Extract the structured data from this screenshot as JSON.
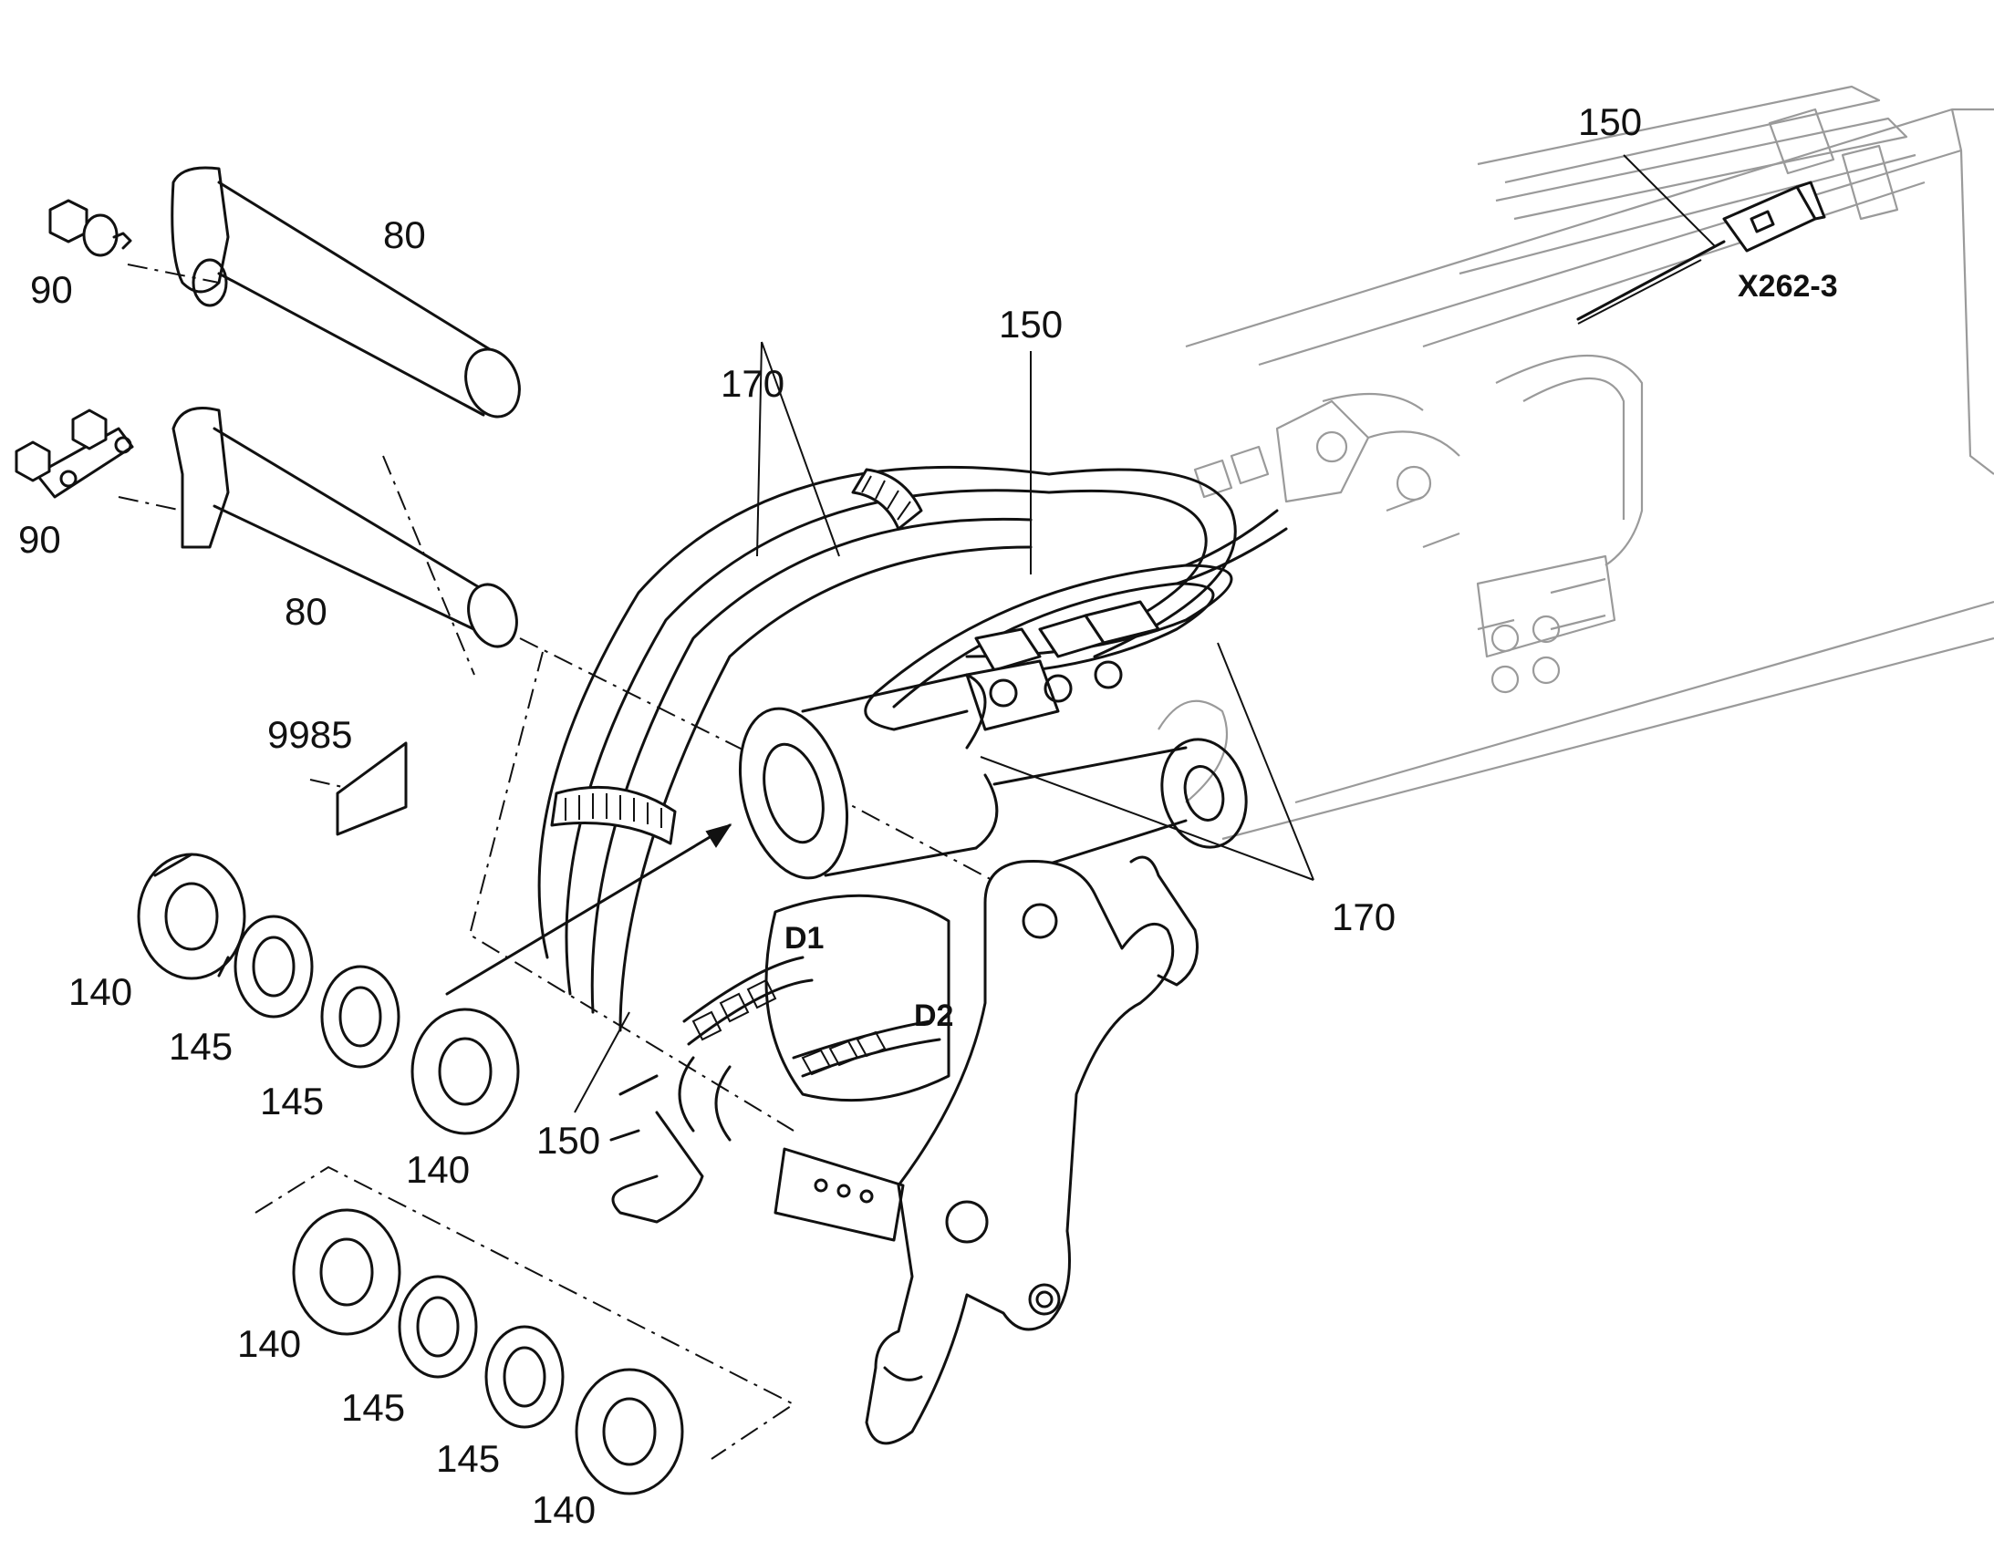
{
  "diagram": {
    "callouts": [
      {
        "id": "c80a",
        "text": "80"
      },
      {
        "id": "c80b",
        "text": "80"
      },
      {
        "id": "c90a",
        "text": "90"
      },
      {
        "id": "c90b",
        "text": "90"
      },
      {
        "id": "c9985",
        "text": "9985"
      },
      {
        "id": "c170a",
        "text": "170"
      },
      {
        "id": "c170b",
        "text": "170"
      },
      {
        "id": "c150a",
        "text": "150"
      },
      {
        "id": "c150b",
        "text": "150"
      },
      {
        "id": "c150c",
        "text": "150"
      },
      {
        "id": "cX262",
        "text": "X262-3"
      },
      {
        "id": "cD1",
        "text": "D1"
      },
      {
        "id": "cD2",
        "text": "D2"
      },
      {
        "id": "c140a",
        "text": "140"
      },
      {
        "id": "c140b",
        "text": "140"
      },
      {
        "id": "c140c",
        "text": "140"
      },
      {
        "id": "c140d",
        "text": "140"
      },
      {
        "id": "c145a",
        "text": "145"
      },
      {
        "id": "c145b",
        "text": "145"
      },
      {
        "id": "c145c",
        "text": "145"
      },
      {
        "id": "c145d",
        "text": "145"
      }
    ]
  }
}
